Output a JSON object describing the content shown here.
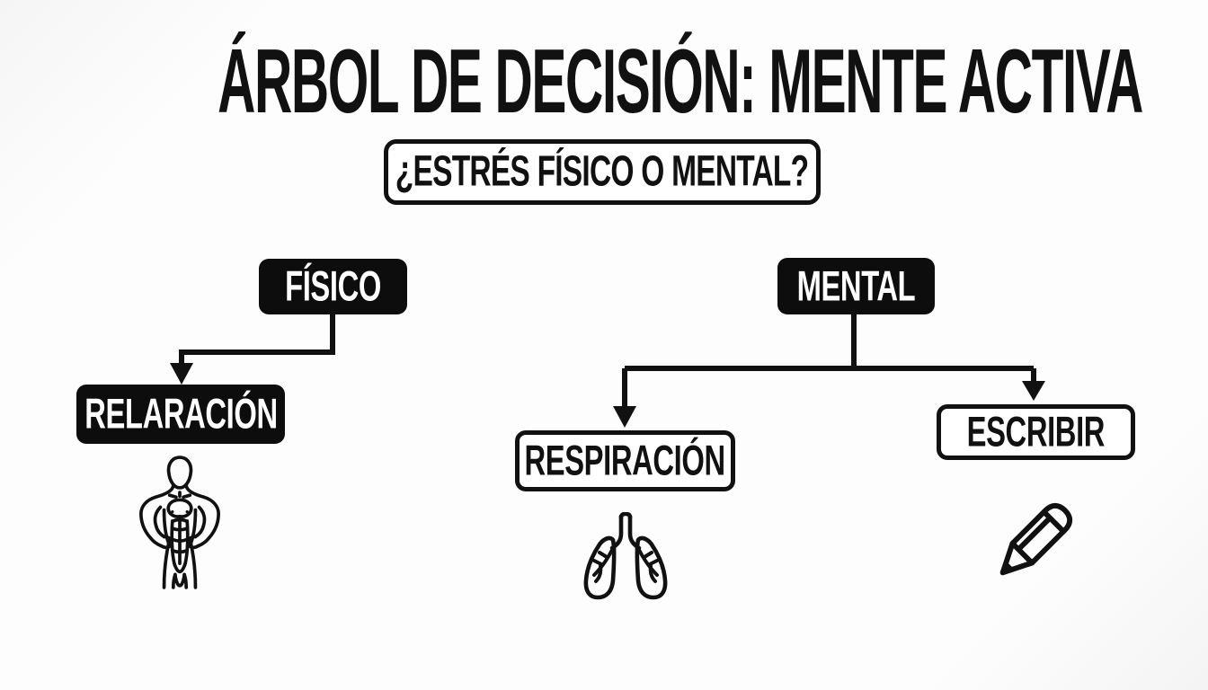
{
  "title": "ÁRBOL DE DECISIÓN: MENTE ACTIVA",
  "question_box": {
    "label": "¿ESTRÉS FÍSICO O MENTAL?"
  },
  "nodes": {
    "fisico": {
      "label": "FÍSICO",
      "style": "solid-black"
    },
    "mental": {
      "label": "MENTAL",
      "style": "solid-black"
    },
    "relaracion": {
      "label": "RELARACIÓN",
      "style": "solid-black"
    },
    "respiracion": {
      "label": "RESPIRACIÓN",
      "style": "outline"
    },
    "escribir": {
      "label": "ESCRIBIR",
      "style": "outline"
    }
  },
  "edges": [
    {
      "from": "FÍSICO",
      "to": "RELARACIÓN"
    },
    {
      "from": "MENTAL",
      "to": "RESPIRACIÓN"
    },
    {
      "from": "MENTAL",
      "to": "ESCRIBIR"
    }
  ],
  "icons": [
    {
      "name": "muscular-body-icon",
      "under": "RELARACIÓN"
    },
    {
      "name": "lungs-icon",
      "under": "RESPIRACIÓN"
    },
    {
      "name": "pencil-icon",
      "under": "ESCRIBIR"
    }
  ],
  "colors": {
    "ink": "#111111",
    "node_fill": "#0d0d0d",
    "node_text": "#ffffff",
    "background": "#fbfbfb"
  }
}
